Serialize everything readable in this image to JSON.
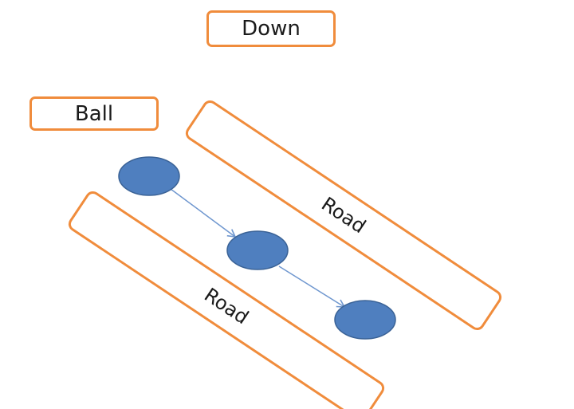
{
  "labels": {
    "direction": "Down",
    "ball": "Ball"
  },
  "roads": [
    {
      "label": "Road"
    },
    {
      "label": "Road"
    }
  ],
  "balls": [
    {
      "name": "ball-position-1"
    },
    {
      "name": "ball-position-2"
    },
    {
      "name": "ball-position-3"
    }
  ],
  "colors": {
    "outline": "#f08c3c",
    "ball_fill": "#4f7fbf",
    "ball_stroke": "#3a6296",
    "arrow": "#6f97cf"
  }
}
